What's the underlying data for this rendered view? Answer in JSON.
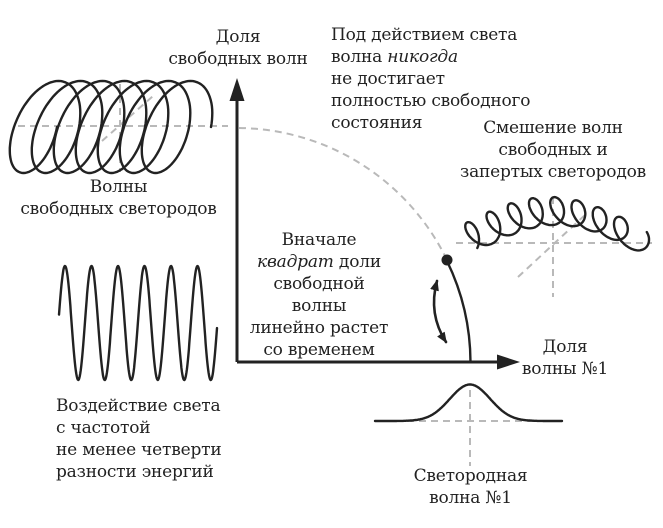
{
  "figure": {
    "y_axis_label": "Доля\nсвободных волн",
    "x_axis_label": "Доля\nволны №1",
    "free_waves_label": "Волны\nсвободных светородов",
    "light_label": "Воздействие света\nс частотой\nне менее четверти\nразности энергий",
    "mixing_label": "Смешение волн\nсвободных и\nзапертых светородов",
    "wave1_label": "Светородная\nволна №1",
    "never_note": {
      "line1": "Под действием света",
      "line2_pre": "волна ",
      "line2_italic": "никогда",
      "line3": "не достигает",
      "line4": "полностью свободного",
      "line5": "состояния"
    },
    "initial_note": {
      "line1": "Вначале",
      "line2_italic": "квадрат",
      "line2_post": " доли",
      "line3": "свободной волны",
      "line4": "линейно растет",
      "line5": "со временем"
    }
  },
  "illustrations": {
    "free_coil": "helix-wave-drawing",
    "light_wave": "sine-wave-drawing",
    "mixed_coil": "arched-coil-drawing",
    "wave_packet": "gaussian-curve-drawing",
    "decay_arc": "dashed-quarter-arc",
    "state_dot": "state-point",
    "oscillation": "double-headed-arrow"
  },
  "colors": {
    "ink": "#222222",
    "dashed_gray": "#b9b9b9",
    "background": "#ffffff"
  }
}
